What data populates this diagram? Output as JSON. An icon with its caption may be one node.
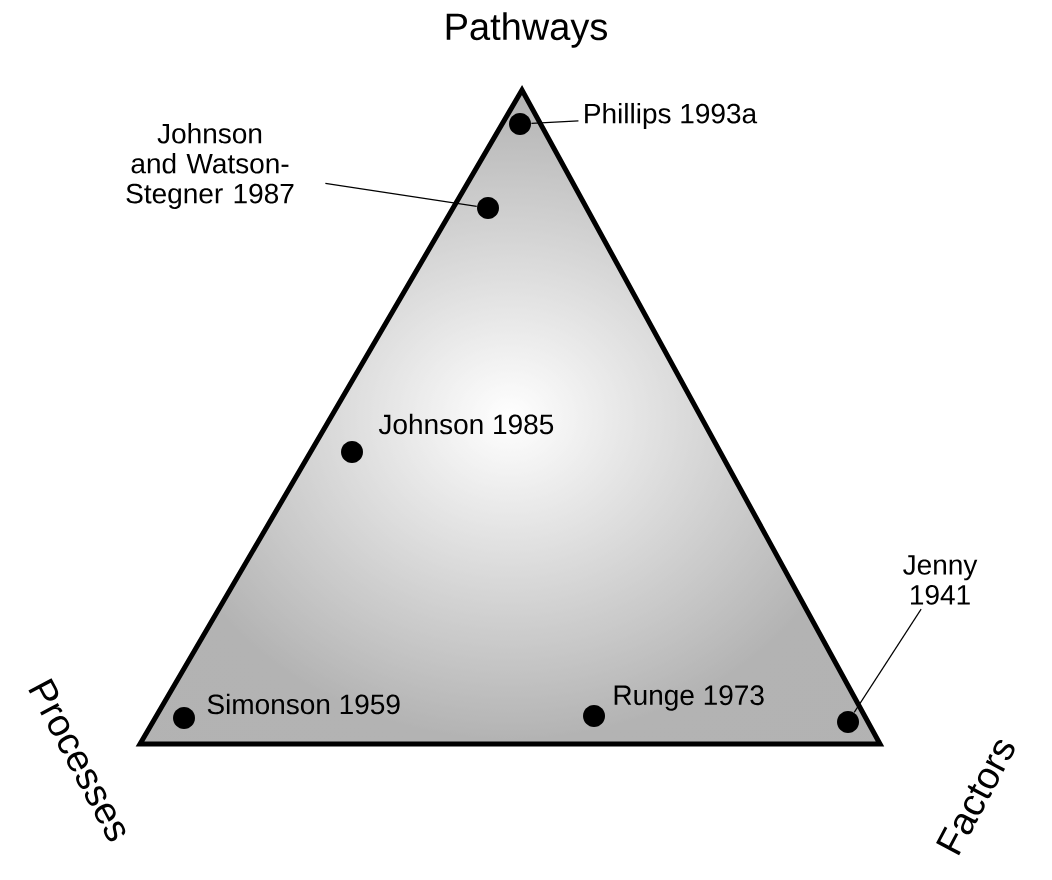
{
  "diagram": {
    "nodes": [
      {
        "text": [],
        "shape": "triangle"
      },
      {
        "text": [
          "Phillips 1993a"
        ]
      },
      {
        "text": [],
        "shape": "circle",
        "in": 0
      },
      {
        "text": [
          "Johnson and Watson-Stegner 1987"
        ]
      },
      {
        "text": [],
        "shape": "circle",
        "in": 0
      },
      {
        "text": [],
        "shape": "circle",
        "in": 0,
        "beside": [
          "Johnson 1985"
        ]
      },
      {
        "text": [],
        "shape": "circle",
        "in": 0,
        "beside": [
          "Simonson 1959"
        ]
      },
      {
        "text": [],
        "shape": "circle",
        "in": 0,
        "beside": [
          "Runge 1973"
        ]
      },
      {
        "text": [
          "Jenny 1941"
        ]
      },
      {
        "text": [],
        "shape": "circle",
        "in": 0
      }
    ],
    "edges": [
      {
        "from": 1,
        "to": 2,
        "arrow": "none"
      },
      {
        "from": 3,
        "to": 4,
        "arrow": "none"
      },
      {
        "from": 8,
        "to": 9,
        "arrow": "none"
      }
    ],
    "labels": [
      "Pathways",
      "Processes",
      "Factors"
    ]
  }
}
